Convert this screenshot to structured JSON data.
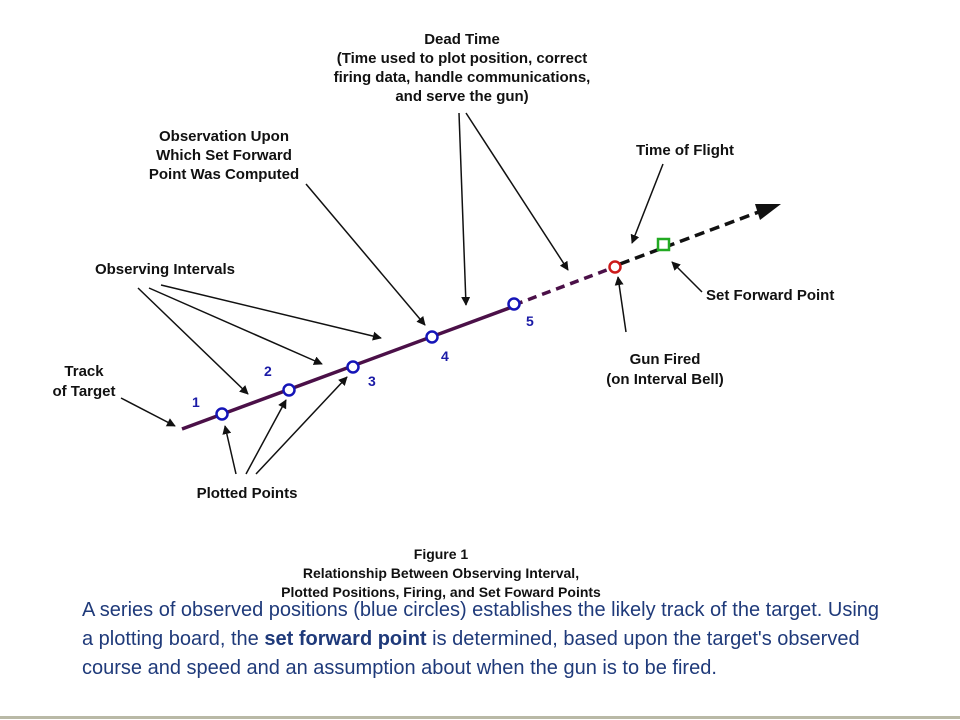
{
  "colors": {
    "track": "#4b1048",
    "observed_point": "#1515b8",
    "gun_fired": "#cc1a1a",
    "set_forward_point": "#22aa22",
    "text": "#111111",
    "description_text": "#1f3a7a"
  },
  "icons": {
    "observed_point": "circle-outline",
    "gun_fired": "circle-outline",
    "set_forward_point": "square-outline",
    "direction": "arrowhead"
  },
  "labels": {
    "dead_time": [
      "Dead Time",
      "(Time used to plot position, correct",
      "firing data, handle communications,",
      "and serve the gun)"
    ],
    "observation": [
      "Observation Upon",
      "Which Set Forward",
      "Point Was Computed"
    ],
    "time_of_flight": "Time of Flight",
    "observing_intervals": "Observing Intervals",
    "track_of_target": [
      "Track",
      "of Target"
    ],
    "set_forward_point": "Set Forward Point",
    "gun_fired": [
      "Gun Fired",
      "(on Interval Bell)"
    ],
    "plotted_points": "Plotted Points"
  },
  "point_numbers": [
    "1",
    "2",
    "3",
    "4",
    "5"
  ],
  "figure_caption": [
    "Figure 1",
    "Relationship Between Observing Interval,",
    "Plotted Positions, Firing, and Set Foward Points"
  ],
  "description": {
    "before": "A series of observed positions (blue circles) establishes the likely track of the target. Using a plotting board, the ",
    "bold": "set forward point",
    "after": " is determined, based upon the target's observed course and speed and an assumption about when the gun is to be fired."
  }
}
